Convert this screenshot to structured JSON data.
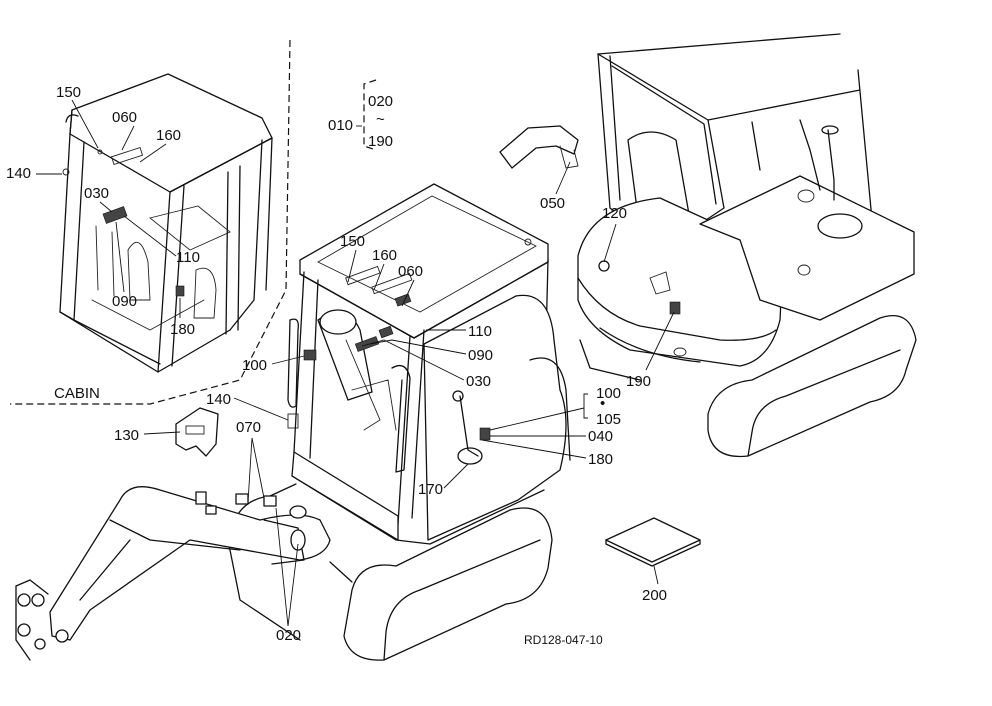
{
  "callouts": {
    "c010": "010",
    "c020": "020",
    "c190": "190",
    "cabin_150": "150",
    "cabin_060": "060",
    "cabin_160": "160",
    "cabin_140": "140",
    "cabin_030": "030",
    "cabin_110": "110",
    "cabin_090": "090",
    "cabin_180": "180",
    "canopy_150": "150",
    "canopy_160": "160",
    "canopy_060": "060",
    "canopy_110": "110",
    "canopy_090": "090",
    "canopy_030": "030",
    "canopy_100_left": "100",
    "canopy_140": "140",
    "canopy_130": "130",
    "canopy_070": "070",
    "canopy_100_right": "100",
    "canopy_105": "105",
    "canopy_040": "040",
    "canopy_180": "180",
    "canopy_170": "170",
    "canopy_020": "020",
    "rear_050": "050",
    "rear_120": "120",
    "rear_190": "190",
    "manual_200": "200"
  },
  "labels": {
    "cabin": "CABIN",
    "drawing_number": "RD128-047-10",
    "tilde": "~",
    "dot": "•"
  }
}
